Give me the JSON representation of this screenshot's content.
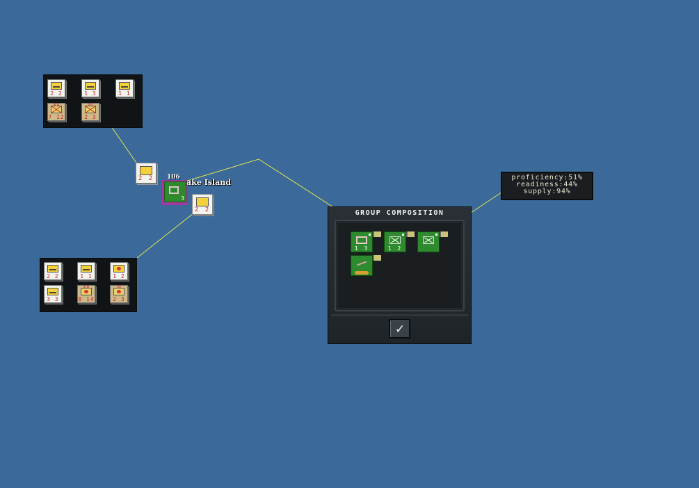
{
  "map": {
    "base": {
      "tag": "106",
      "label": "ake Island",
      "strength": "3"
    },
    "counters": [
      {
        "name": "ship-counter-west",
        "value": "2 2"
      },
      {
        "name": "ship-counter-east",
        "value": "2 2"
      }
    ]
  },
  "stack_top": [
    {
      "kind": "ship",
      "top": "",
      "value": "2 2"
    },
    {
      "kind": "ship",
      "top": "",
      "value": "1 3"
    },
    {
      "kind": "ship",
      "top": "",
      "value": "1 1"
    },
    {
      "kind": "land",
      "top": "XX",
      "value": "7 12"
    },
    {
      "kind": "land",
      "top": "III",
      "value": "2 3"
    }
  ],
  "stack_bottom": [
    {
      "kind": "ship",
      "top": "",
      "value": "2 2"
    },
    {
      "kind": "ship",
      "top": "",
      "value": "1 1"
    },
    {
      "kind": "ship",
      "top": "",
      "value": "1 2"
    },
    {
      "kind": "ship",
      "top": "",
      "value": "3 3"
    },
    {
      "kind": "land",
      "top": "XX",
      "value": "8 14"
    },
    {
      "kind": "land",
      "top": "III",
      "value": "2 3"
    }
  ],
  "panel": {
    "title": "GROUP COMPOSITION",
    "ok_symbol": "✓",
    "units": [
      {
        "type": "engineer",
        "nums": "1 3"
      },
      {
        "type": "antiair",
        "nums": "1 2"
      },
      {
        "type": "infantry",
        "nums": ""
      },
      {
        "type": "artillery",
        "nums": ""
      }
    ]
  },
  "tooltip": {
    "proficiency": "proficiency:51%",
    "readiness": "readiness:44%",
    "supply": "supply:94%"
  },
  "colors": {
    "ocean": "#3b6a9a",
    "link_line": "#e8e84a",
    "unit_green": "#2d8a2d",
    "base_highlight": "#a13a9f"
  }
}
